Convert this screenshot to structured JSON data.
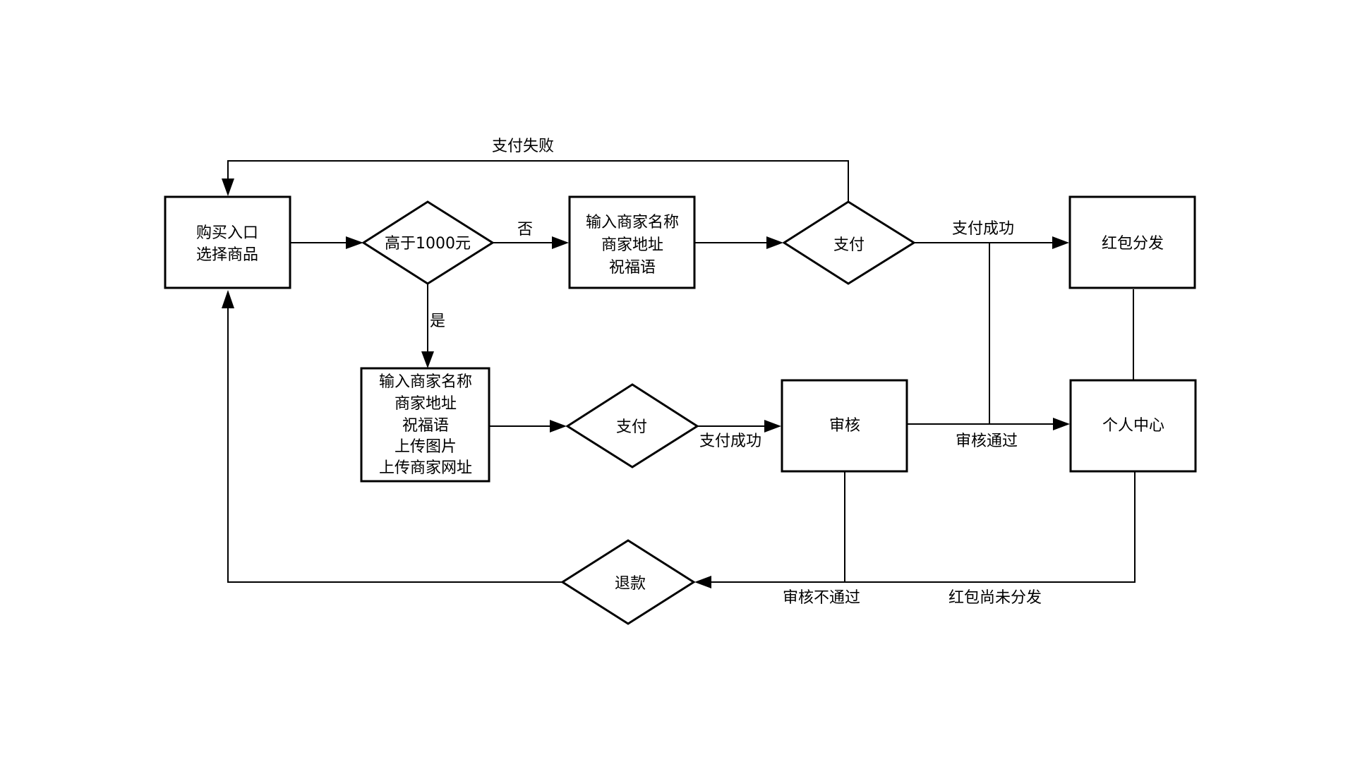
{
  "nodes": {
    "start": [
      "购买入口",
      "选择商品"
    ],
    "check_amount": [
      "高于1000元"
    ],
    "input_basic": [
      "输入商家名称",
      "商家地址",
      "祝福语"
    ],
    "pay_top": [
      "支付"
    ],
    "red_packet_dispatch": [
      "红包分发"
    ],
    "input_full": [
      "输入商家名称",
      "商家地址",
      "祝福语",
      "上传图片",
      "上传商家网址"
    ],
    "pay_bottom": [
      "支付"
    ],
    "review": [
      "审核"
    ],
    "personal_center": [
      "个人中心"
    ],
    "refund": [
      "退款"
    ]
  },
  "edges": {
    "no": "否",
    "yes": "是",
    "pay_fail": "支付失败",
    "pay_success_top": "支付成功",
    "pay_success_bottom": "支付成功",
    "review_pass": "审核通过",
    "review_fail": "审核不通过",
    "red_packet_not_sent": "红包尚未分发"
  }
}
